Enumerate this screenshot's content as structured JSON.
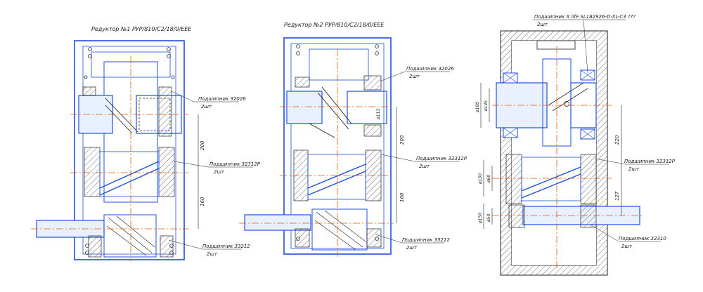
{
  "diagram": {
    "gearbox1": {
      "title": "Редуктор №1   РУР/810/С2/18/0/ЕЕЕ",
      "bearing_top": "Подшипник 32026",
      "bearing_top_qty": "2шт",
      "bearing_mid": "Подшипник 32312Р",
      "bearing_mid_qty": "2шт",
      "bearing_bot": "Подшипник 33212",
      "bearing_bot_qty": "2шт",
      "dim_upper": "200",
      "dim_lower": "160"
    },
    "gearbox2": {
      "title": "Редуктор №2   РУР/810/С2/18/0/ЕЕЕ",
      "bearing_top": "Подшипник 32026",
      "bearing_top_qty": "2шт",
      "bearing_mid": "Подшипник 32312Р",
      "bearing_mid_qty": "2шт",
      "bearing_bot": "Подшипник 33212",
      "bearing_bot_qty": "2шт",
      "dim_upper": "200",
      "dim_lower": "160",
      "dim_dia": "ø113"
    },
    "gearbox3": {
      "bearing_top": "Подшипник X life SL182926-D-XL-C3 ???",
      "bearing_top_qty": "2шт",
      "bearing_mid": "Подшипник 32312Р",
      "bearing_mid_qty": "2шт",
      "bearing_bot": "Подшипник 32310",
      "bearing_bot_qty": "2шт",
      "dim_upper": "220",
      "dim_lower": "127",
      "dim_d180": "ø180",
      "dim_d145": "ø145",
      "dim_d130": "ø130",
      "dim_d60": "ø60",
      "dim_d50": "ø50",
      "dim_d150": "ø150"
    }
  }
}
